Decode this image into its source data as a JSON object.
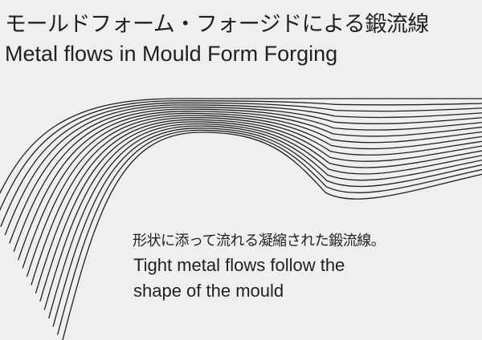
{
  "title": {
    "japanese": "モールドフォーム・フォージドによる鍛流線",
    "english": "Metal flows in Mould Form Forging"
  },
  "caption": {
    "japanese": "形状に添って流れる凝縮された鍛流線。",
    "english_line1": "Tight metal flows follow the",
    "english_line2": "shape of the mould"
  },
  "flow_lines": {
    "count": 17,
    "color": "#231f20"
  }
}
